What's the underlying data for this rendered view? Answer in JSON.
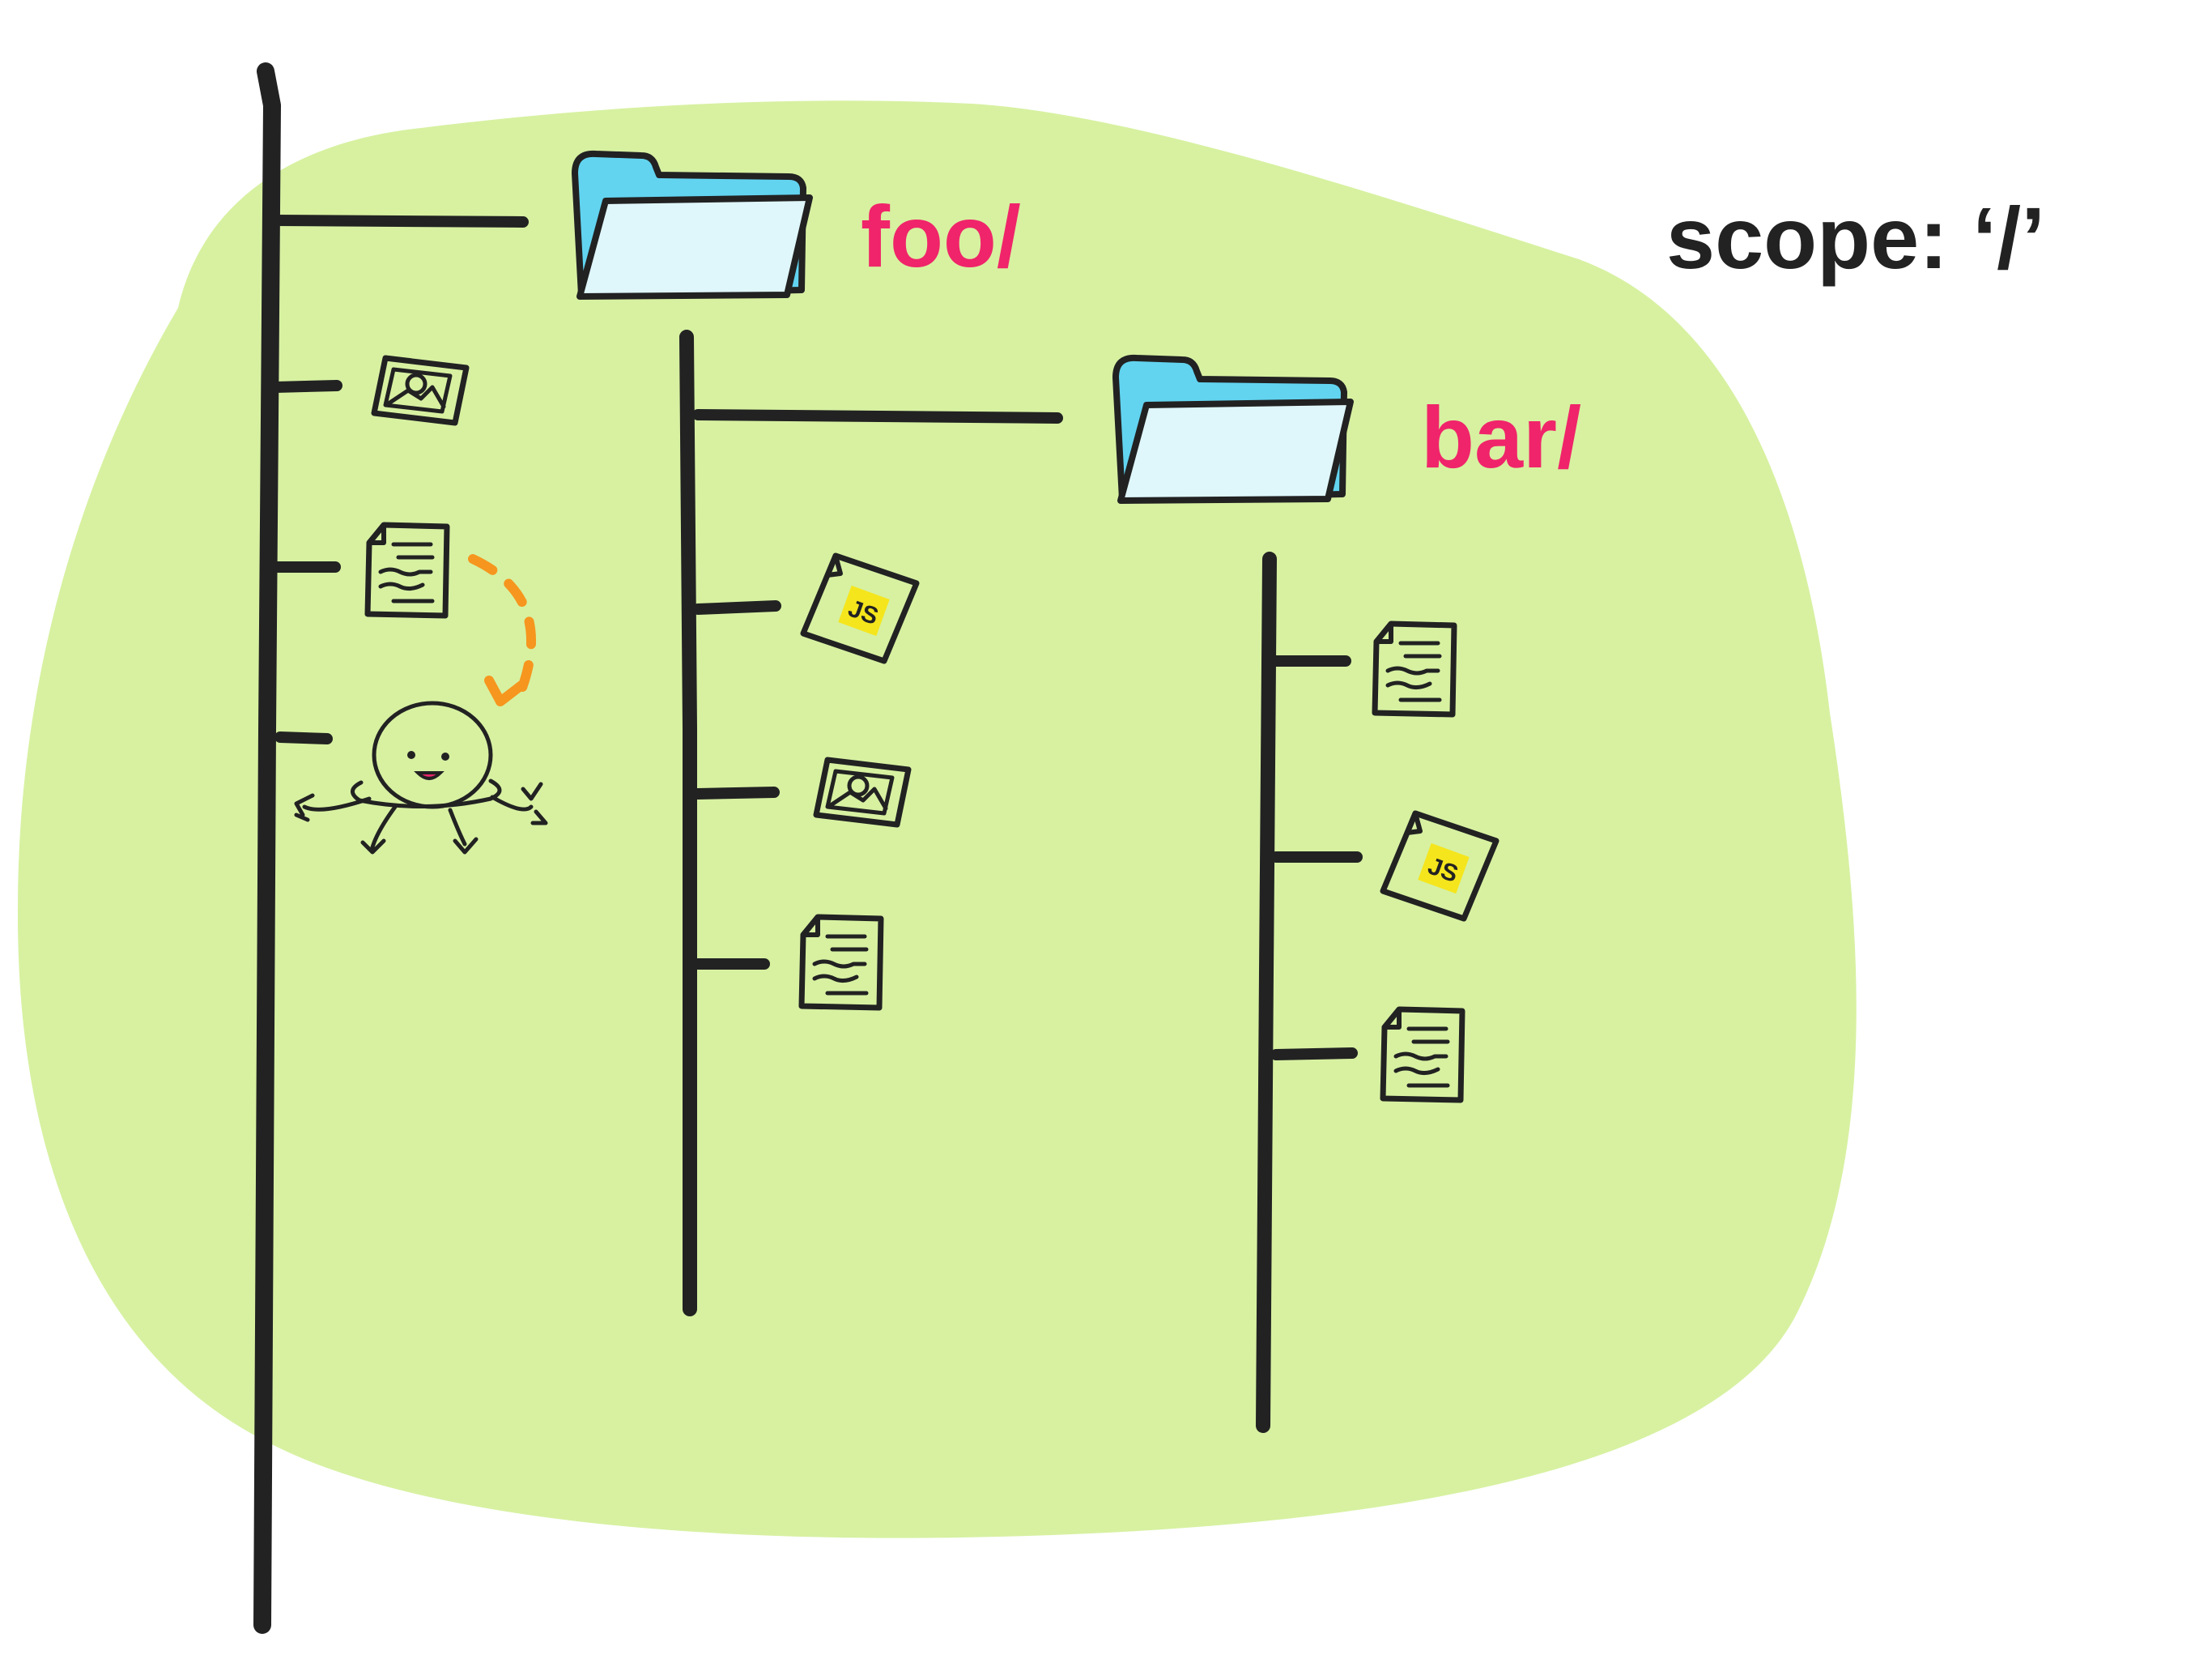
{
  "colors": {
    "background_blob": "#d7f1a1",
    "ink": "#222222",
    "folder_label": "#f0246a",
    "folder_back": "#62d4f0",
    "folder_front": "#dff7fb",
    "js_badge": "#f5e51c",
    "arrow": "#f6961e",
    "mascot_mouth": "#e8266a"
  },
  "scope": {
    "label": "scope: ‘/’"
  },
  "tree": {
    "root": {
      "children": [
        {
          "type": "folder",
          "icon": "folder-icon",
          "label": "foo/"
        },
        {
          "type": "file",
          "icon": "image-file-icon"
        },
        {
          "type": "file",
          "icon": "text-file-icon"
        },
        {
          "type": "worker",
          "icon": "octopus-mascot-icon"
        }
      ]
    },
    "foo": {
      "label": "foo/",
      "children": [
        {
          "type": "folder",
          "icon": "folder-icon",
          "label": "bar/"
        },
        {
          "type": "file",
          "icon": "js-file-icon",
          "badge": "JS"
        },
        {
          "type": "file",
          "icon": "image-file-icon"
        },
        {
          "type": "file",
          "icon": "text-file-icon"
        }
      ]
    },
    "bar": {
      "label": "bar/",
      "children": [
        {
          "type": "file",
          "icon": "text-file-icon"
        },
        {
          "type": "file",
          "icon": "js-file-icon",
          "badge": "JS"
        },
        {
          "type": "file",
          "icon": "text-file-icon"
        }
      ]
    }
  },
  "annotation": {
    "icon": "dashed-curved-arrow-icon"
  }
}
